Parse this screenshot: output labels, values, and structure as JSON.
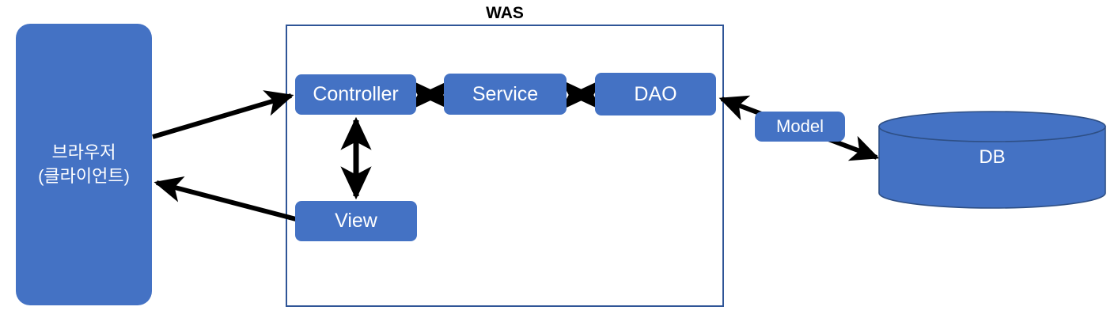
{
  "diagram": {
    "title_label": "WAS",
    "nodes": {
      "browser": {
        "line1": "브라우저",
        "line2": "(클라이언트)"
      },
      "controller": {
        "label": "Controller"
      },
      "service": {
        "label": "Service"
      },
      "dao": {
        "label": "DAO"
      },
      "view": {
        "label": "View"
      },
      "model": {
        "label": "Model"
      },
      "db": {
        "label": "DB"
      }
    },
    "edges": [
      {
        "name": "browser-to-controller",
        "from": "browser",
        "to": "controller",
        "direction": "one-way"
      },
      {
        "name": "view-to-browser",
        "from": "view",
        "to": "browser",
        "direction": "one-way"
      },
      {
        "name": "controller-service",
        "from": "controller",
        "to": "service",
        "direction": "two-way"
      },
      {
        "name": "service-dao",
        "from": "service",
        "to": "dao",
        "direction": "two-way"
      },
      {
        "name": "controller-view",
        "from": "controller",
        "to": "view",
        "direction": "two-way"
      },
      {
        "name": "dao-db",
        "from": "dao",
        "to": "db",
        "direction": "two-way",
        "edge_label": "Model"
      }
    ],
    "colors": {
      "node_fill": "#4472C4",
      "container_border": "#2F5597",
      "cylinder_stroke": "#2E4F85",
      "arrow": "#000000",
      "node_text": "#ffffff",
      "title_text": "#000000",
      "background": "#ffffff"
    }
  }
}
